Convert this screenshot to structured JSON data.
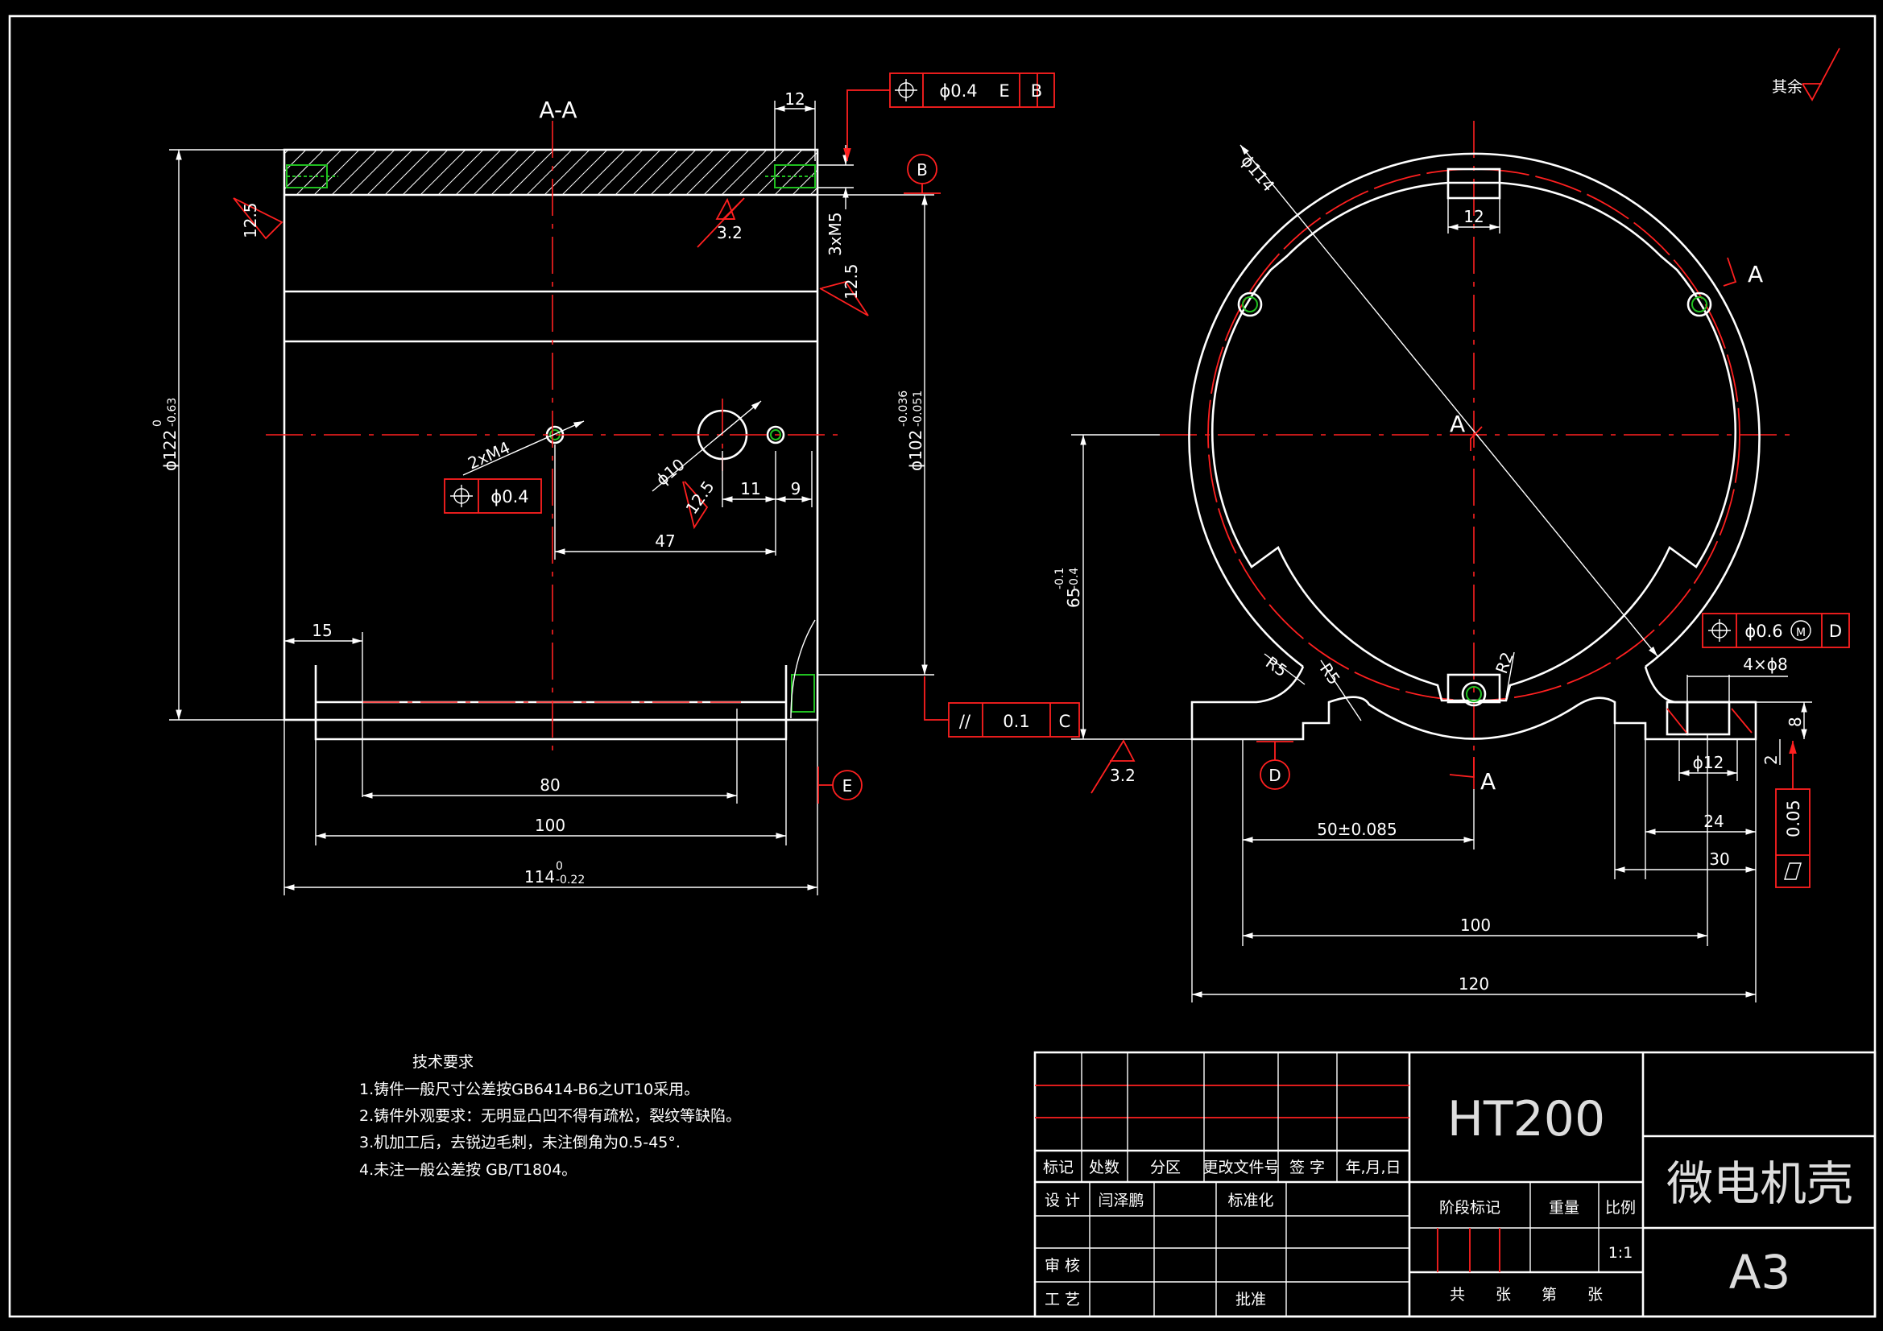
{
  "view": {
    "section_label": "A-A",
    "section_marker": "A",
    "datum_b": "B",
    "datum_c": "C",
    "datum_d": "D",
    "datum_e": "E"
  },
  "left_view": {
    "dim_top_12": "12",
    "thread_3xm5": "3xM5",
    "rough_125_top_left": "12.5",
    "rough_32_top": "3.2",
    "rough_125_right": "12.5",
    "dia_122": "ϕ122",
    "dia_122_tol_upper": "0",
    "dia_122_tol_lower": "-0.63",
    "dia_102": "ϕ102",
    "dia_102_tol_upper": "-0.036",
    "dia_102_tol_lower": "-0.051",
    "thread_2xm4": "2xM4",
    "dia_10": "ϕ10",
    "rough_125_hole": "12.5",
    "dim_11": "11",
    "dim_9": "9",
    "dim_47": "47",
    "dim_15": "15",
    "dim_80": "80",
    "dim_100": "100",
    "dim_114": "114",
    "dim_114_tol_upper": "0",
    "dim_114_tol_lower": "-0.22",
    "fcf_top": {
      "value": "ϕ0.4",
      "datum1": "E",
      "datum2": "B"
    },
    "fcf_mid": {
      "value": "ϕ0.4"
    },
    "fcf_par": {
      "symbol": "//",
      "value": "0.1",
      "datum": "C"
    }
  },
  "right_view": {
    "dia_114": "ϕ114",
    "dim_12": "12",
    "dim_65": "65",
    "dim_65_tol_upper": "-0.1",
    "dim_65_tol_lower": "-0.4",
    "rough_32": "3.2",
    "r5_a": "R5",
    "r5_b": "R5",
    "r2": "R2",
    "dim_50": "50±0.085",
    "dim_100": "100",
    "dim_120": "120",
    "dim_24": "24",
    "dim_30": "30",
    "dim_4x8": "4×ϕ8",
    "dim_12_bottom": "ϕ12",
    "dim_8": "8",
    "dim_2": "2",
    "fcf_pos": {
      "value": "ϕ0.6",
      "modifier": "M",
      "datum": "D"
    },
    "fcf_flat": {
      "value": "0.05"
    }
  },
  "rough_other": "其余",
  "tech_requirements": {
    "title": "技术要求",
    "items": [
      "1.铸件一般尺寸公差按GB6414-B6之UT10采用。",
      "2.铸件外观要求：无明显凸凹不得有疏松，裂纹等缺陷。",
      "3.机加工后，去锐边毛刺，未注倒角为0.5-45°.",
      "4.未注一般公差按 GB/T1804。"
    ]
  },
  "title_block": {
    "material": "HT200",
    "part_name": "微电机壳",
    "sheet_size": "A3",
    "headers": [
      "标记",
      "处数",
      "分区",
      "更改文件号",
      "签 字",
      "年,月,日"
    ],
    "design_label": "设 计",
    "designer": "闫泽鹏",
    "standardize": "标准化",
    "review": "审 核",
    "process": "工 艺",
    "approve": "批准",
    "stage_mark": "阶段标记",
    "weight": "重量",
    "scale_label": "比例",
    "scale": "1:1",
    "sheets": "共　　张　　第　　张"
  }
}
